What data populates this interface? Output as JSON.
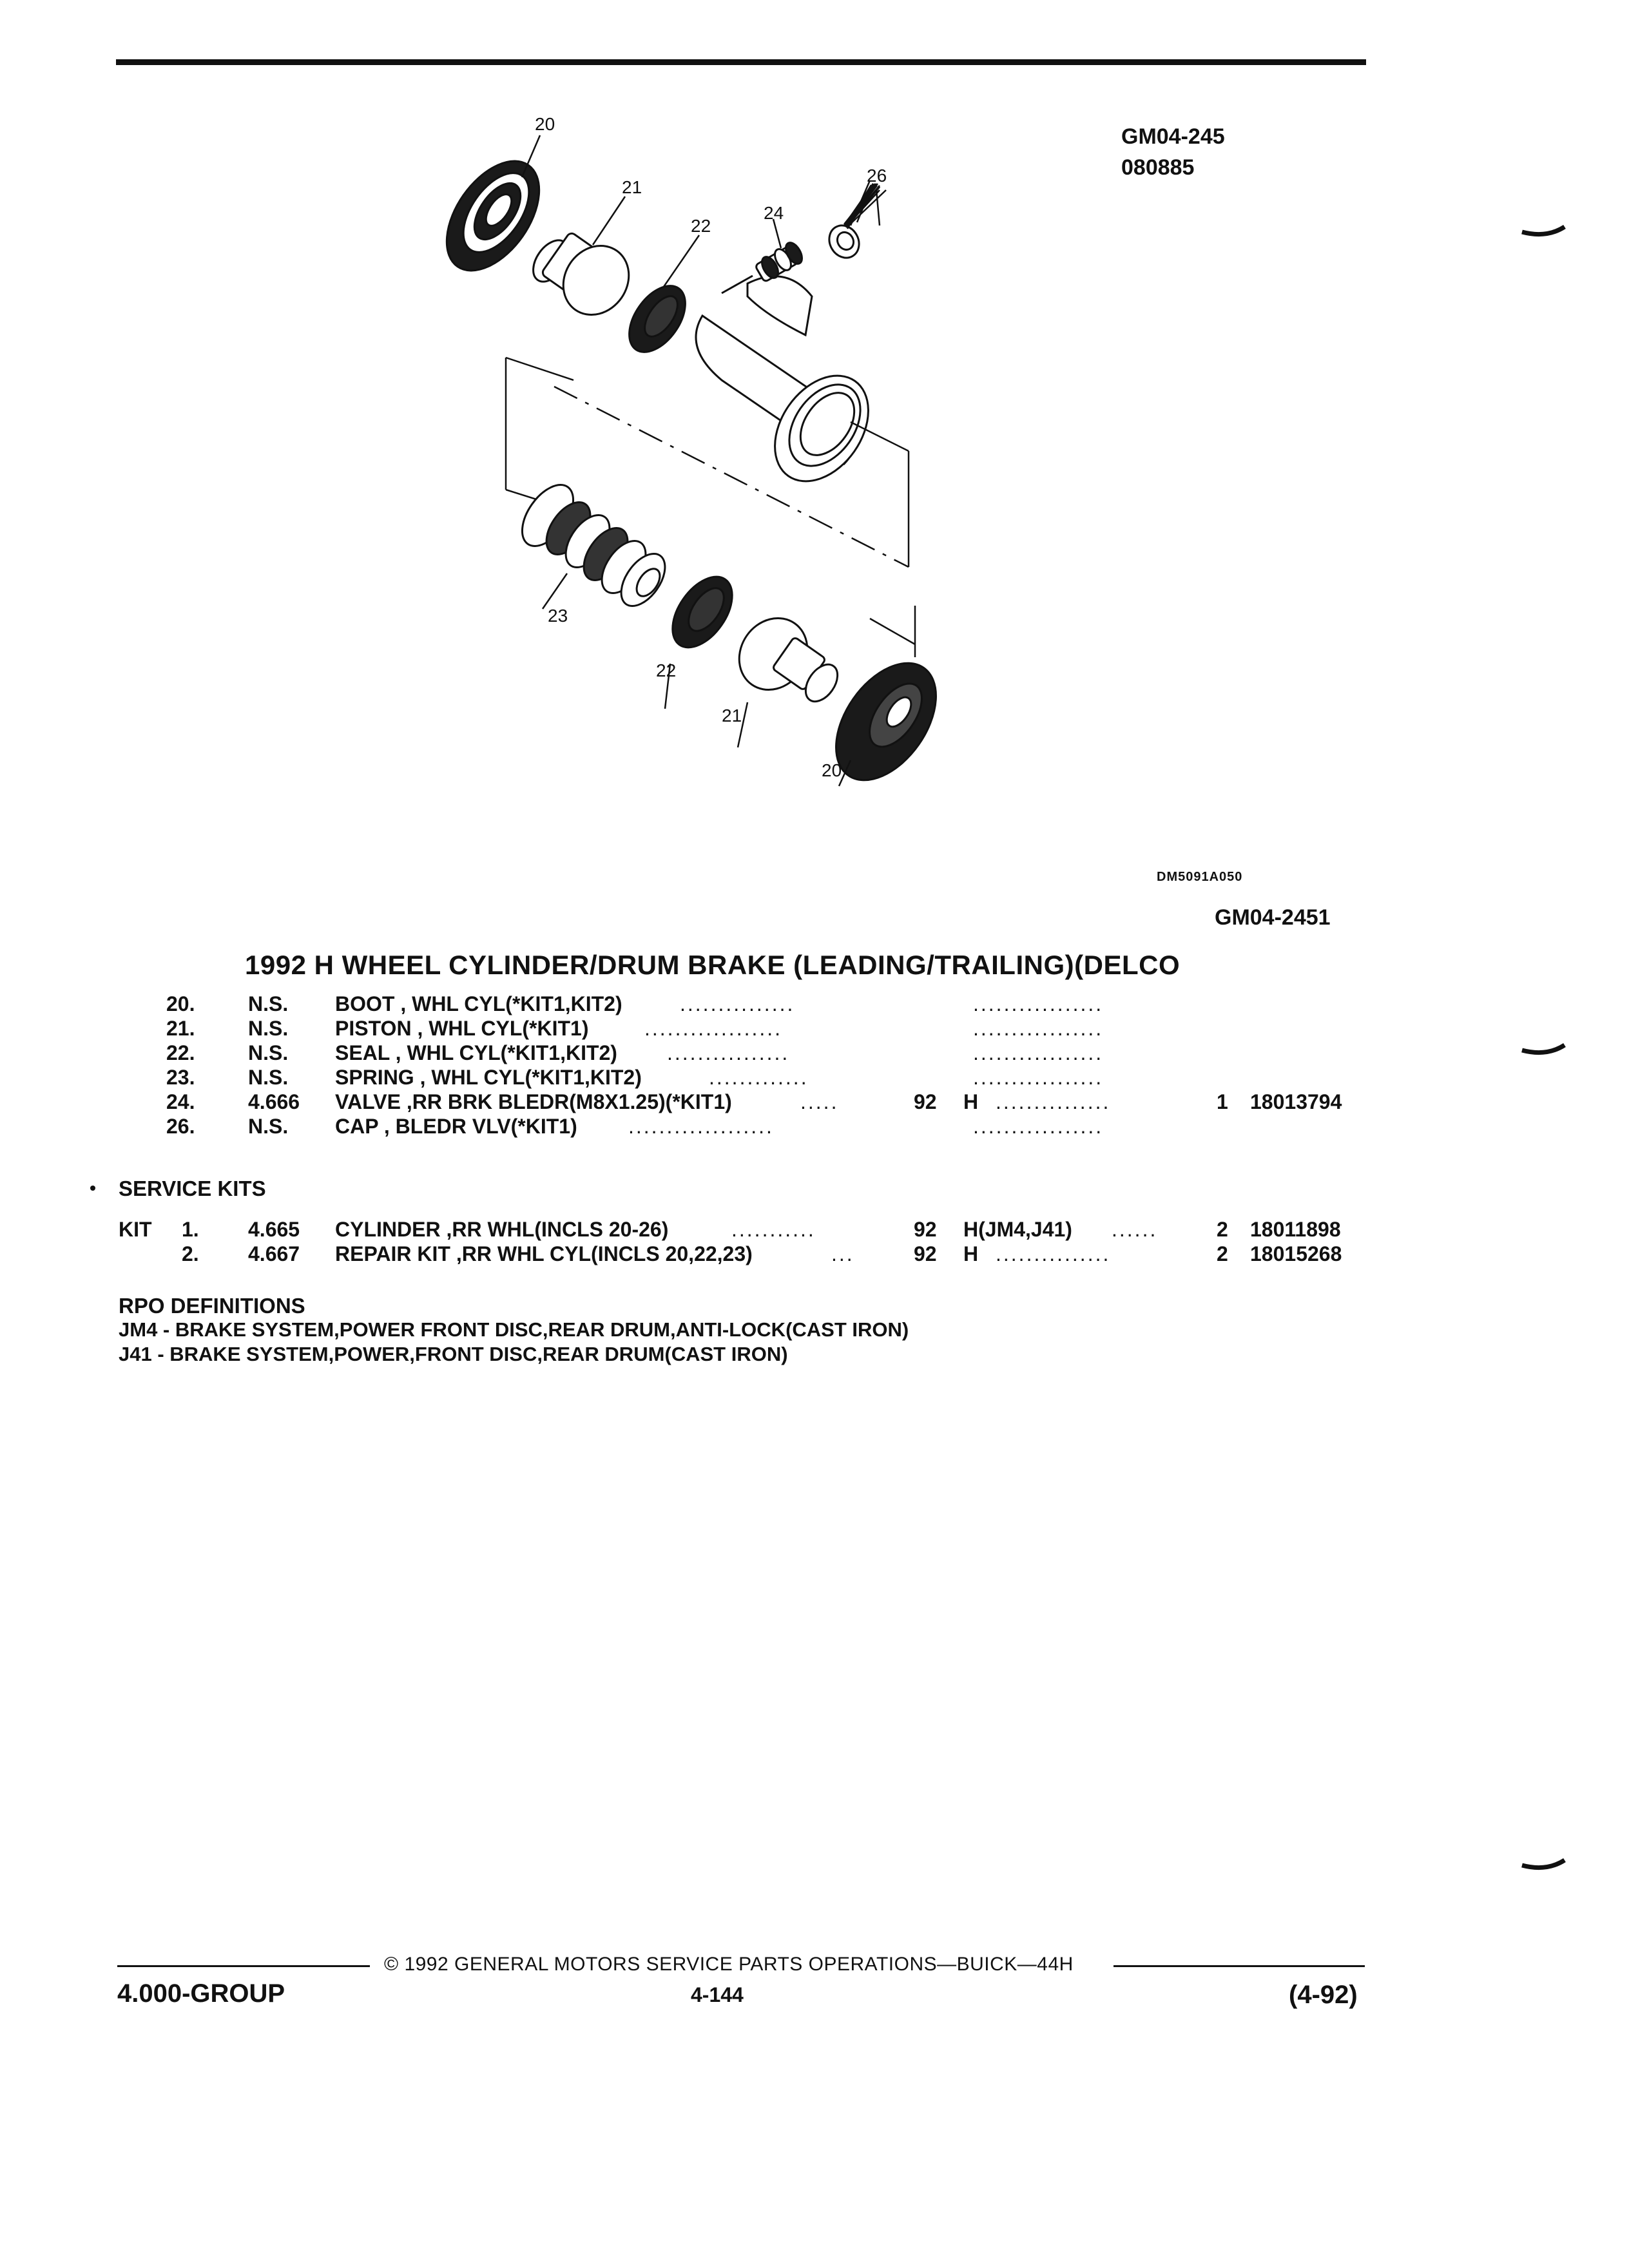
{
  "header": {
    "illustration_group": "GM04-245",
    "illustration_date": "080885"
  },
  "diagram": {
    "callouts": [
      "20",
      "21",
      "22",
      "26",
      "24",
      "23",
      "22",
      "21",
      "20"
    ],
    "drawing_code": "DM5091A050",
    "illustration_code": "GM04-2451"
  },
  "title": "1992 H WHEEL CYLINDER/DRUM BRAKE (LEADING/TRAILING)(DELCO",
  "parts": [
    {
      "num": "20.",
      "cat": "N.S.",
      "desc": "BOOT , WHL CYL(*KIT1,KIT2)",
      "dots1": "...............",
      "year": "",
      "model": "",
      "dots2": ".................",
      "qty": "",
      "part": ""
    },
    {
      "num": "21.",
      "cat": "N.S.",
      "desc": "PISTON , WHL CYL(*KIT1)",
      "dots1": "..................",
      "year": "",
      "model": "",
      "dots2": ".................",
      "qty": "",
      "part": ""
    },
    {
      "num": "22.",
      "cat": "N.S.",
      "desc": "SEAL , WHL CYL(*KIT1,KIT2)",
      "dots1": "................",
      "year": "",
      "model": "",
      "dots2": ".................",
      "qty": "",
      "part": ""
    },
    {
      "num": "23.",
      "cat": "N.S.",
      "desc": "SPRING , WHL CYL(*KIT1,KIT2)",
      "dots1": ".............",
      "year": "",
      "model": "",
      "dots2": ".................",
      "qty": "",
      "part": ""
    },
    {
      "num": "24.",
      "cat": "4.666",
      "desc": "VALVE ,RR BRK BLEDR(M8X1.25)(*KIT1)",
      "dots1": ".....",
      "year": "92",
      "model": "H",
      "dots2": "...............",
      "qty": "1",
      "part": "18013794"
    },
    {
      "num": "26.",
      "cat": "N.S.",
      "desc": "CAP , BLEDR VLV(*KIT1)",
      "dots1": "...................",
      "year": "",
      "model": "",
      "dots2": ".................",
      "qty": "",
      "part": ""
    }
  ],
  "service_kits": {
    "heading": "SERVICE KITS",
    "kit_label": "KIT",
    "rows": [
      {
        "num": "1.",
        "cat": "4.665",
        "desc": "CYLINDER ,RR WHL(INCLS 20-26)",
        "dots1": "...........",
        "year": "92",
        "model": "H(JM4,J41)",
        "dots2": "......",
        "qty": "2",
        "part": "18011898"
      },
      {
        "num": "2.",
        "cat": "4.667",
        "desc": "REPAIR KIT ,RR WHL CYL(INCLS 20,22,23)",
        "dots1": "...",
        "year": "92",
        "model": "H",
        "dots2": "...............",
        "qty": "2",
        "part": "18015268"
      }
    ]
  },
  "rpo": {
    "heading": "RPO DEFINITIONS",
    "lines": [
      "JM4 - BRAKE SYSTEM,POWER FRONT DISC,REAR DRUM,ANTI-LOCK(CAST IRON)",
      "J41 - BRAKE SYSTEM,POWER,FRONT DISC,REAR DRUM(CAST IRON)"
    ]
  },
  "footer": {
    "copyright": "© 1992 GENERAL MOTORS SERVICE PARTS OPERATIONS—BUICK—44H",
    "group": "4.000-GROUP",
    "page": "4-144",
    "date": "(4-92)"
  }
}
